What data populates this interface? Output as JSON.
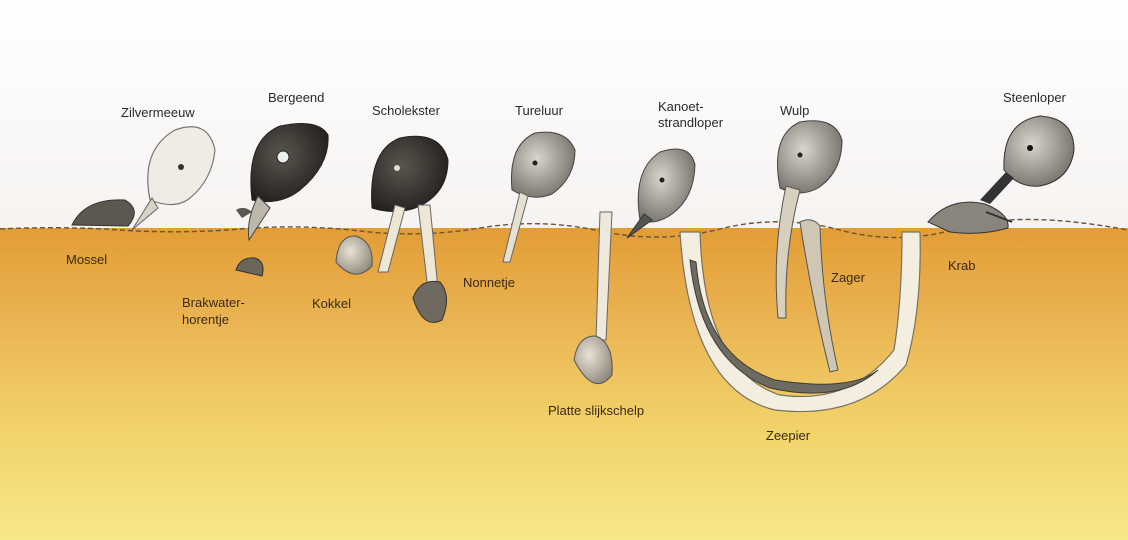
{
  "birds": {
    "zilvermeeuw": "Zilvermeeuw",
    "bergeend": "Bergeend",
    "scholekster": "Scholekster",
    "tureluur": "Tureluur",
    "kanoet": [
      "Kanoet-",
      "strandloper"
    ],
    "wulp": "Wulp",
    "steenloper": "Steenloper"
  },
  "prey": {
    "mossel": "Mossel",
    "brakwater": [
      "Brakwater-",
      "horentje"
    ],
    "kokkel": "Kokkel",
    "nonnetje": "Nonnetje",
    "platte": "Platte slijkschelp",
    "zager": "Zager",
    "zeepier": "Zeepier",
    "krab": "Krab"
  },
  "colors": {
    "mud_top": "#e29d36",
    "mud_bottom": "#f7e88a",
    "sky": "#ffffff",
    "ink": "#2a2a2a"
  }
}
